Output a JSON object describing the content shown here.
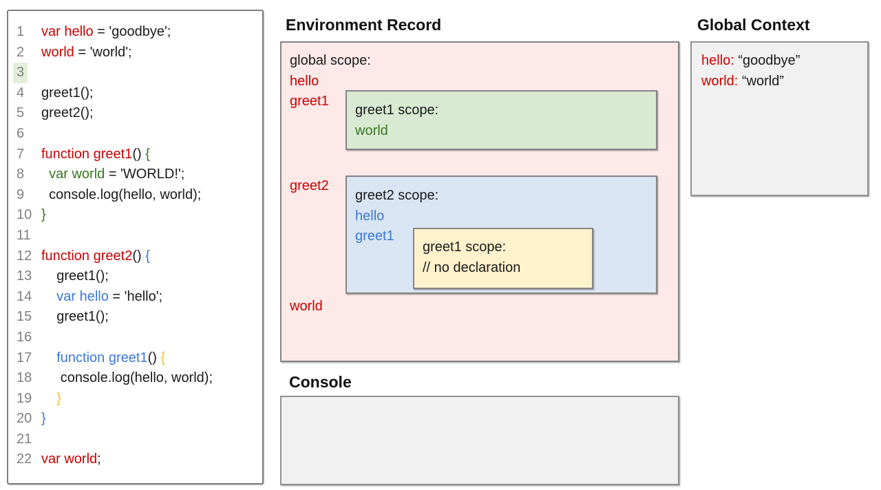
{
  "titles": {
    "environment_record": "Environment Record",
    "global_context": "Global Context",
    "console": "Console"
  },
  "code": {
    "lines": [
      {
        "n": "1",
        "hl": false,
        "tokens": [
          {
            "t": "var hello",
            "c": "red"
          },
          {
            "t": " = 'goodbye';",
            "c": "black"
          }
        ]
      },
      {
        "n": "2",
        "hl": false,
        "tokens": [
          {
            "t": "world",
            "c": "red"
          },
          {
            "t": " = 'world';",
            "c": "black"
          }
        ]
      },
      {
        "n": "3",
        "hl": true,
        "tokens": []
      },
      {
        "n": "4",
        "hl": false,
        "tokens": [
          {
            "t": "greet1();",
            "c": "black"
          }
        ]
      },
      {
        "n": "5",
        "hl": false,
        "tokens": [
          {
            "t": "greet2();",
            "c": "black"
          }
        ]
      },
      {
        "n": "6",
        "hl": false,
        "tokens": []
      },
      {
        "n": "7",
        "hl": false,
        "tokens": [
          {
            "t": "function greet1",
            "c": "red"
          },
          {
            "t": "() ",
            "c": "black"
          },
          {
            "t": "{",
            "c": "green"
          }
        ]
      },
      {
        "n": "8",
        "hl": false,
        "tokens": [
          {
            "t": "  ",
            "c": "black"
          },
          {
            "t": "var world",
            "c": "green"
          },
          {
            "t": " = 'WORLD!';",
            "c": "black"
          }
        ]
      },
      {
        "n": "9",
        "hl": false,
        "tokens": [
          {
            "t": "  console.log(hello, world);",
            "c": "black"
          }
        ]
      },
      {
        "n": "10",
        "hl": false,
        "tokens": [
          {
            "t": "}",
            "c": "green"
          }
        ]
      },
      {
        "n": "11",
        "hl": false,
        "tokens": []
      },
      {
        "n": "12",
        "hl": false,
        "tokens": [
          {
            "t": "function greet2",
            "c": "red"
          },
          {
            "t": "() ",
            "c": "black"
          },
          {
            "t": "{",
            "c": "blue"
          }
        ]
      },
      {
        "n": "13",
        "hl": false,
        "tokens": [
          {
            "t": "    greet1();",
            "c": "black"
          }
        ]
      },
      {
        "n": "14",
        "hl": false,
        "tokens": [
          {
            "t": "    ",
            "c": "black"
          },
          {
            "t": "var hello",
            "c": "blue"
          },
          {
            "t": " = 'hello';",
            "c": "black"
          }
        ]
      },
      {
        "n": "15",
        "hl": false,
        "tokens": [
          {
            "t": "    greet1();",
            "c": "black"
          }
        ]
      },
      {
        "n": "16",
        "hl": false,
        "tokens": []
      },
      {
        "n": "17",
        "hl": false,
        "tokens": [
          {
            "t": "    ",
            "c": "black"
          },
          {
            "t": "function greet1",
            "c": "blue"
          },
          {
            "t": "() ",
            "c": "black"
          },
          {
            "t": "{",
            "c": "yellow"
          }
        ]
      },
      {
        "n": "18",
        "hl": false,
        "tokens": [
          {
            "t": "     console.log(hello, world);",
            "c": "black"
          }
        ]
      },
      {
        "n": "19",
        "hl": false,
        "tokens": [
          {
            "t": "    ",
            "c": "black"
          },
          {
            "t": "}",
            "c": "yellow"
          }
        ]
      },
      {
        "n": "20",
        "hl": false,
        "tokens": [
          {
            "t": "}",
            "c": "blue"
          }
        ]
      },
      {
        "n": "21",
        "hl": false,
        "tokens": []
      },
      {
        "n": "22",
        "hl": false,
        "tokens": [
          {
            "t": "var world",
            "c": "red"
          },
          {
            "t": ";",
            "c": "black"
          }
        ]
      }
    ]
  },
  "environment_record": {
    "global_scope_label": "global scope:",
    "var_hello": "hello",
    "var_greet1": "greet1",
    "var_greet2": "greet2",
    "var_world": "world",
    "greet1_scope": {
      "label": "greet1 scope:",
      "var_world": "world"
    },
    "greet2_scope": {
      "label": "greet2 scope:",
      "var_hello": "hello",
      "var_greet1": "greet1",
      "inner_greet1_scope": {
        "label": "greet1 scope:",
        "comment": "// no declaration"
      }
    }
  },
  "global_context": {
    "entries": [
      {
        "name": "hello:",
        "value": " “goodbye”"
      },
      {
        "name": "world:",
        "value": " “world”"
      }
    ]
  },
  "console": {},
  "colors": {
    "code_red": "#cc0000",
    "code_green": "#38761d",
    "code_blue": "#3c78d8",
    "code_yellow": "#f1c232",
    "line_number_gray": "#808080",
    "line_highlight": "#e2efda",
    "global_scope_bg": "#fce9e8",
    "greet1_scope_bg": "#d9ead3",
    "greet2_scope_bg": "#dae5f3",
    "inner_greet1_scope_bg": "#fff2cc",
    "panel_bg": "#f1f1f1",
    "border_gray": "#848484"
  }
}
